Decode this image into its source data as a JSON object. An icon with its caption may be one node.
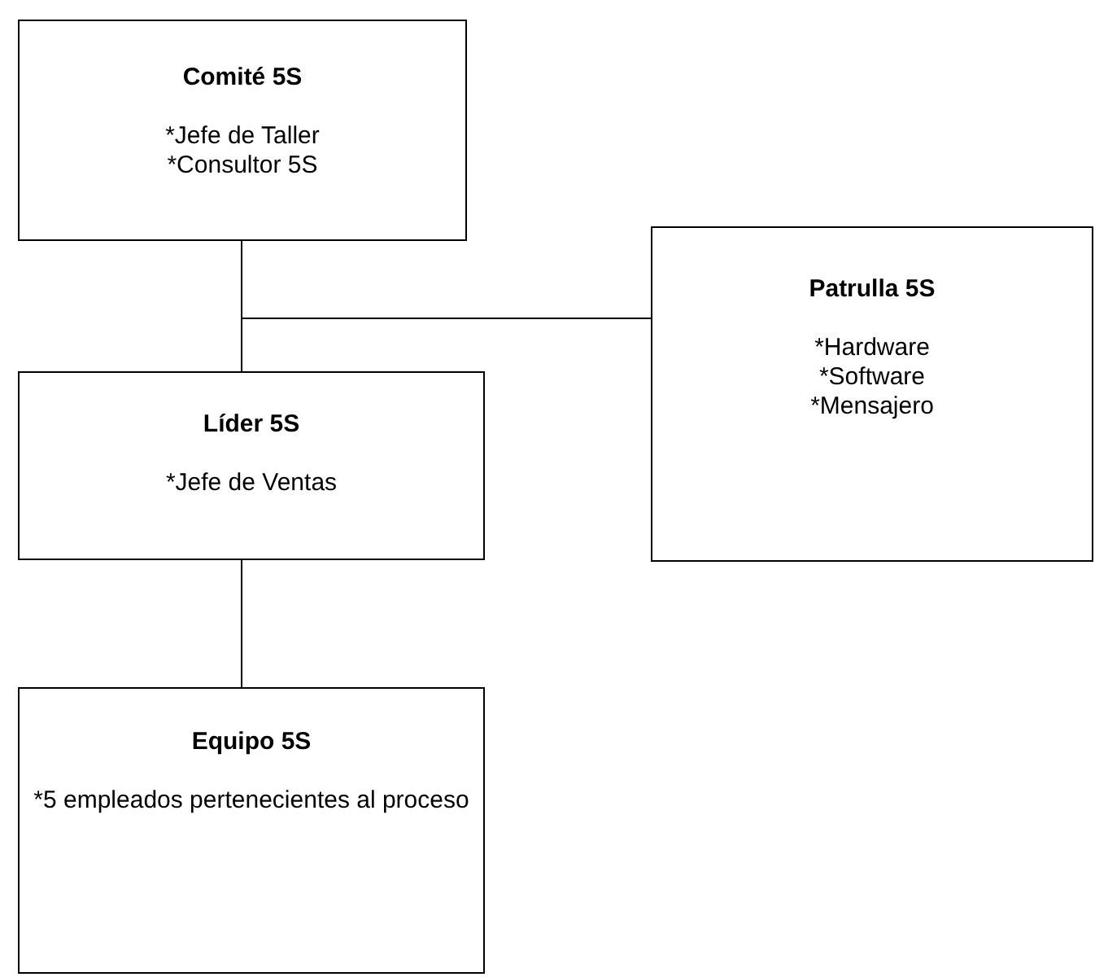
{
  "diagram": {
    "nodes": [
      {
        "text": [
          "Comité 5S",
          "*Jefe de Taller",
          "*Consultor 5S"
        ]
      },
      {
        "text": [
          "Patrulla 5S",
          "*Hardware",
          "*Software",
          "*Mensajero"
        ]
      },
      {
        "text": [
          "Líder 5S",
          "*Jefe de Ventas"
        ]
      },
      {
        "text": [
          "Equipo 5S",
          "*5 empleados pertenecientes al proceso"
        ]
      }
    ],
    "edges": [
      {
        "from": 0,
        "to": 2,
        "arrow": "none"
      },
      {
        "from": 0,
        "to": 1,
        "arrow": "none"
      },
      {
        "from": 2,
        "to": 3,
        "arrow": "none"
      }
    ]
  }
}
